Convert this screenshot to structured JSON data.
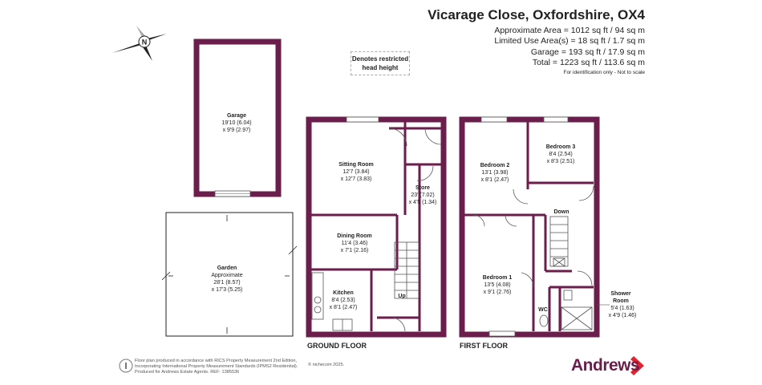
{
  "header": {
    "title": "Vicarage Close, Oxfordshire, OX4",
    "areas": [
      "Approximate Area = 1012 sq ft / 94 sq m",
      "Limited Use Area(s) = 18 sq ft / 1.7 sq m",
      "Garage = 193 sq ft / 17.9 sq m",
      "Total = 1223 sq ft / 113.6 sq m"
    ],
    "note": "For identification only - Not to scale"
  },
  "legend": {
    "line1": "Denotes restricted",
    "line2": "head height"
  },
  "compass": {
    "letter": "N"
  },
  "floors": {
    "ground": "GROUND FLOOR",
    "first": "FIRST FLOOR"
  },
  "rooms": {
    "garage": {
      "name": "Garage",
      "dim1": "19'10 (6.04)",
      "dim2": "x 9'9 (2.97)"
    },
    "garden": {
      "name": "Garden",
      "sub": "Approximate",
      "dim1": "28'1 (8.57)",
      "dim2": "x 17'3 (5.25)"
    },
    "sitting": {
      "name": "Sitting Room",
      "dim1": "12'7 (3.84)",
      "dim2": "x 12'7 (3.83)"
    },
    "store": {
      "name": "Store",
      "dim1": "23' (7.02)",
      "dim2": "x 4'5 (1.34)"
    },
    "dining": {
      "name": "Dining Room",
      "dim1": "11'4 (3.46)",
      "dim2": "x 7'1 (2.16)"
    },
    "kitchen": {
      "name": "Kitchen",
      "dim1": "8'4 (2.53)",
      "dim2": "x 8'1 (2.47)"
    },
    "up": "Up",
    "down": "Down",
    "bed2": {
      "name": "Bedroom 2",
      "dim1": "13'1 (3.98)",
      "dim2": "x 8'1 (2.47)"
    },
    "bed3": {
      "name": "Bedroom 3",
      "dim1": "8'4 (2.54)",
      "dim2": "x 8'3 (2.51)"
    },
    "bed1": {
      "name": "Bedroom 1",
      "dim1": "13'5 (4.08)",
      "dim2": "x 9'1 (2.76)"
    },
    "wc": "WC",
    "shower": {
      "name1": "Shower",
      "name2": "Room",
      "dim1": "5'4 (1.63)",
      "dim2": "x 4'9 (1.46)"
    }
  },
  "footer": {
    "line1": "Floor plan produced in accordance with RICS Property Measurement 2nd Edition,",
    "line2": "Incorporating International Property Measurement Standards (IPMS2 Residential).",
    "line3": "Produced for Andrews Estate Agents.  REF: 1385536",
    "copyright": "© nichecom 2025."
  },
  "brand": {
    "name": "Andrews"
  },
  "colors": {
    "wall": "#6b1d4b",
    "brand_red": "#e0242f"
  }
}
